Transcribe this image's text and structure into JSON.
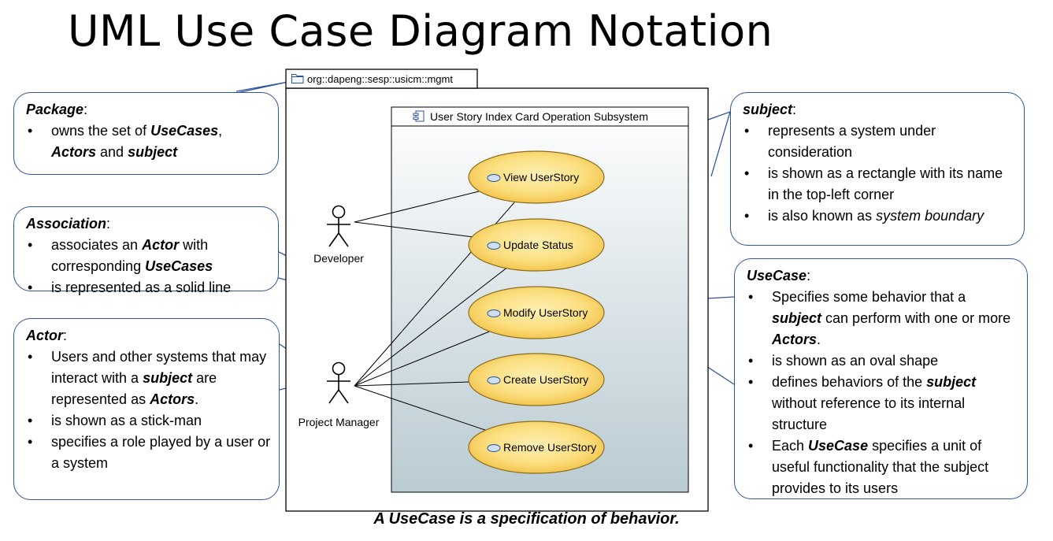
{
  "title": "UML Use Case Diagram Notation",
  "caption": "A UseCase is a specification of behavior.",
  "package_name": "org::dapeng::sesp::usicm::mgmt",
  "subsystem_name": "User Story Index Card Operation Subsystem",
  "actors": [
    {
      "name": "Developer"
    },
    {
      "name": "Project Manager"
    }
  ],
  "use_cases": [
    {
      "name": "View UserStory"
    },
    {
      "name": "Update Status"
    },
    {
      "name": "Modify UserStory"
    },
    {
      "name": "Create UserStory"
    },
    {
      "name": "Remove UserStory"
    }
  ],
  "associations": [
    {
      "actor": "Developer",
      "use_case": "View UserStory"
    },
    {
      "actor": "Developer",
      "use_case": "Update Status"
    },
    {
      "actor": "Project Manager",
      "use_case": "View UserStory"
    },
    {
      "actor": "Project Manager",
      "use_case": "Update Status"
    },
    {
      "actor": "Project Manager",
      "use_case": "Modify UserStory"
    },
    {
      "actor": "Project Manager",
      "use_case": "Create UserStory"
    },
    {
      "actor": "Project Manager",
      "use_case": "Remove UserStory"
    }
  ],
  "callouts": {
    "package": {
      "heading": "Package",
      "b1_pre": "owns the set of ",
      "b1_term1": "UseCases",
      "b1_mid": ",",
      "b1_term2": "Actors",
      "b1_and": " and ",
      "b1_term3": "subject"
    },
    "association": {
      "heading": "Association",
      "b1_pre": "associates an ",
      "b1_term": "Actor",
      "b1_post": " with corresponding ",
      "b1_term2": "UseCases",
      "b2": "is represented as a solid line"
    },
    "actor": {
      "heading": "Actor",
      "b1_pre": "Users and other systems that may interact with a ",
      "b1_term": "subject",
      "b1_mid": " are represented as ",
      "b1_term2": "Actors",
      "b1_post": ".",
      "b2": "is shown as a stick-man",
      "b3": "specifies a role played by a user or a system"
    },
    "subject": {
      "heading": "subject",
      "b1": "represents a system under consideration",
      "b2": "is shown as a rectangle with its name in the top-left corner",
      "b3_pre": "is also known as ",
      "b3_term": "system boundary"
    },
    "usecase": {
      "heading": "UseCase",
      "b1_pre": "Specifies some behavior that a ",
      "b1_term": "subject",
      "b1_mid": " can perform with one or more ",
      "b1_term2": "Actors",
      "b1_post": ".",
      "b2": "is shown as an oval shape",
      "b3_pre": "defines behaviors of the ",
      "b3_term": "subject",
      "b3_post": " without reference to its internal structure",
      "b4_pre": "Each ",
      "b4_term": "UseCase",
      "b4_post": " specifies a unit of useful functionality that the subject provides to its users"
    }
  },
  "colors": {
    "callout_border": "#2f5597",
    "usecase_fill_center": "#fdf0b4",
    "usecase_fill_edge": "#f5c64a",
    "usecase_stroke": "#8a6d1e",
    "subsystem_fill_top": "#ffffff",
    "subsystem_fill_bottom": "#b9cbd2"
  }
}
